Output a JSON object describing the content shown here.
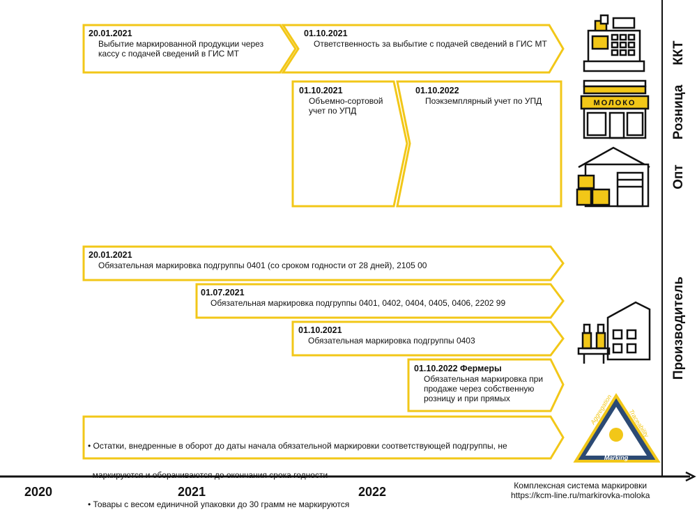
{
  "colors": {
    "accent": "#f2c718",
    "line": "#111111"
  },
  "categories": {
    "kkt": "ККТ",
    "retail": "Розница",
    "wholesale": "Опт",
    "producer": "Производитель"
  },
  "icons": [
    "cash-register-icon",
    "dairy-shop-icon",
    "warehouse-icon",
    "factory-icon",
    "traceability-triangle-icon"
  ],
  "shop_sign": "МОЛОКО",
  "triangle_labels": {
    "left": "Aggregation",
    "right": "Traceability",
    "bottom": "Marking"
  },
  "events": [
    {
      "date": "20.01.2021",
      "text": [
        "Выбытие маркированной продукции через",
        "кассу с подачей сведений в ГИС МТ"
      ]
    },
    {
      "date": "01.10.2021",
      "text": [
        "Ответственность за выбытие с подачей сведений в ГИС МТ"
      ]
    },
    {
      "date": "01.10.2021",
      "text": [
        "Объемно-сортовой",
        "учет по УПД"
      ]
    },
    {
      "date": "01.10.2022",
      "text": [
        "Поэкземплярный учет по УПД"
      ]
    },
    {
      "date": "20.01.2021",
      "text": [
        "Обязательная маркировка подгруппы 0401 (со сроком годности от 28 дней), 2105 00"
      ]
    },
    {
      "date": "01.07.2021",
      "text": [
        "Обязательная маркировка подгруппы 0401, 0402, 0404, 0405, 0406, 2202 99"
      ]
    },
    {
      "date": "01.10.2021",
      "text": [
        "Обязательная маркировка подгруппы 0403"
      ]
    },
    {
      "date": "01.10.2022 Фермеры",
      "text": [
        "Обязательная маркировка при",
        "продаже через собственную",
        "розницу и при прямых"
      ]
    }
  ],
  "notes": [
    "• Остатки, внедренные в оборот до даты начала обязательной маркировки соответствующей подгруппы, не",
    "  маркируются и оборачиваются до окончания срока годности",
    "• Товары с весом единичной упаковки до 30 грамм не маркируются"
  ],
  "years": [
    "2020",
    "2021",
    "2022"
  ],
  "footer": {
    "line1": "Комплексная система маркировки",
    "line2": "https://kcm-line.ru/markirovka-moloka"
  }
}
